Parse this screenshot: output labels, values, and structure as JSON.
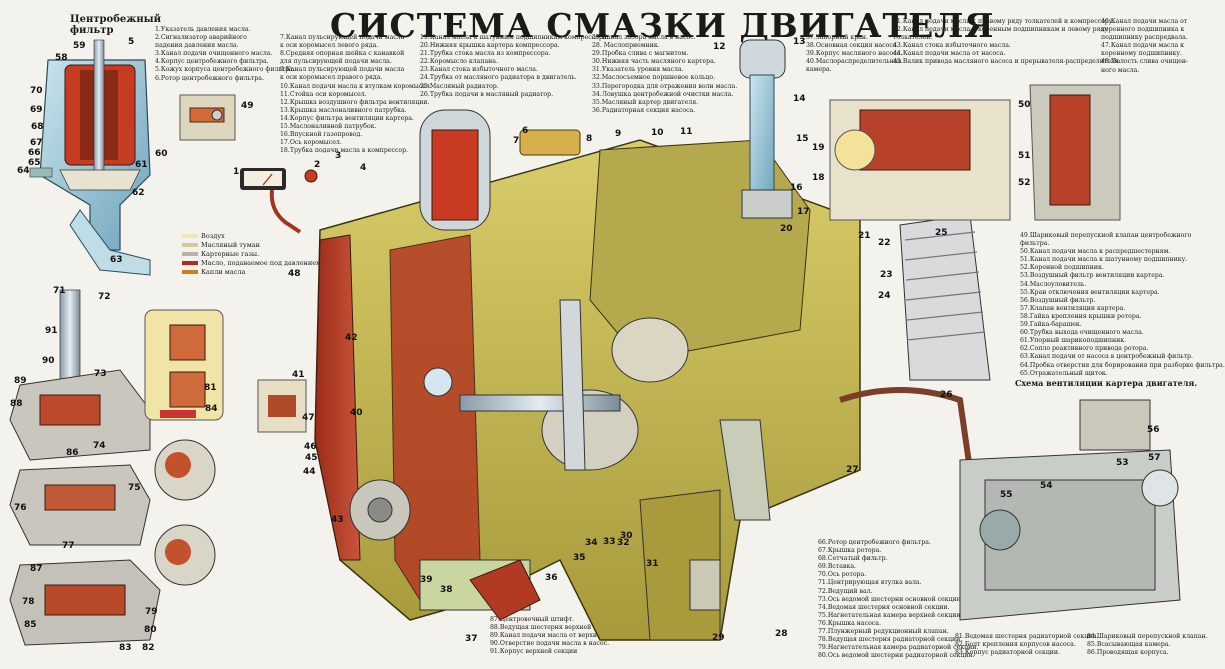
{
  "title": "СИСТЕМА СМАЗКИ ДВИГАТЕЛЯ",
  "captions": {
    "centrifugal_filter": "Центробежный\nфильтр",
    "crankcase_ventilation": "Схема вентиляции картера двигателя."
  },
  "flow_legend": [
    {
      "label": "Воздух",
      "color": "#f2e7b0"
    },
    {
      "label": "Масляный туман",
      "color": "#d8c79a"
    },
    {
      "label": "Картерные газы.",
      "color": "#b9b2a8"
    },
    {
      "label": "Масло, подаваемое под давлением",
      "color": "#b8281c"
    },
    {
      "label": "Капли масла",
      "color": "#d77b1f"
    }
  ],
  "legend_columns": [
    {
      "id": "col1",
      "items": [
        "1.Указатель давления масла.",
        "2.Сигнализатор аварийного",
        "падения давления масла.",
        "3.Канал подачи очищенного масла.",
        "4.Корпус центробежного фильтра.",
        "5.Кожух корпуса центробежного фильтра.",
        "6.Ротор центробежного фильтра."
      ]
    },
    {
      "id": "col2",
      "items": [
        "7.Канал пульсирующей подачи масла",
        "к оси коромысел левого ряда.",
        "8.Средняя опорная шейка с канавкой",
        "для пульсирующей подачи масла.",
        "9.Канал пульсирующей подачи масла",
        "к оси коромысел правого ряда.",
        "10.Канал подачи масла к втулкам коромысел.",
        "11.Стойка оси коромысел.",
        "12.Крышка воздушного фильтра вентиляции.",
        "13.Крышка маслоналивного патрубка.",
        "14.Корпус фильтра вентиляции картера.",
        "15.Маслоналивной патрубок.",
        "16.Впускной газопровод.",
        "17.Ось коромысел.",
        "18.Трубка подачи масла в компрессор."
      ]
    },
    {
      "id": "col3",
      "items": [
        "19.Канал масла к шатунным подшипникам компрессора.",
        "20.Нижняя крышка картера компрессора.",
        "21.Трубка стока масла из компрессора.",
        "22.Коромысло клапана.",
        "23.Канал стока избыточного масла.",
        "24.Трубка от масляного радиатора в двигатель.",
        "25.Масляный радиатор.",
        "26.Трубка подачи в масляный радиатор."
      ]
    },
    {
      "id": "col4",
      "items": [
        "27.Канал забора масла в насос.",
        "28. Маслоприемник.",
        "29.Пробка слива с магнитом.",
        "30.Нижняя часть масляного картера.",
        "31.Указатель уровня масла.",
        "32.Маслосъемное поршневое кольцо.",
        "33.Перегородка для отражения волн масла.",
        "34.Ловушка центробежной очистки масла.",
        "35.Масляный картер двигателя.",
        "36.Радиаторная секция насоса."
      ]
    },
    {
      "id": "col5",
      "items": [
        "37.Запорный кран.",
        "38.Основная секция насоса.",
        "39.Корпус масляного насоса.",
        "40.Маслораспределительная",
        "камера."
      ]
    },
    {
      "id": "col6",
      "items": [
        "41.Канал подачи масла к правому ряду толкателей и компрессору.",
        "42.Канал подачи масла к коренным подшипникам и левому ряду",
        "толкателей.",
        "43.Канал стока избыточного масла.",
        "44.Канал подачи масла от насоса.",
        "45.Валик привода масляного насоса и прерывателя-распределителя."
      ]
    },
    {
      "id": "col7",
      "items": [
        "46.Канал подачи масла от",
        "коренного подшипника к",
        "подшипнику распредвала.",
        "47.Канал подачи масла к",
        "коренному подшипнику.",
        "48.Полость слива очищен-",
        "ного масла."
      ]
    },
    {
      "id": "col8",
      "items": [
        "49.Шариковый перепускной клапан центробежного",
        "фильтра.",
        "50.Канал подачи масла к распредшестерням.",
        "51.Канал подачи масла к шатунному подшипнику.",
        "52.Коренной подшипник.",
        "53.Воздушный фильтр вентиляции картера.",
        "54.Маслоуловитель.",
        "55.Кран отключения вентиляции картера.",
        "56.Воздушный фильтр.",
        "57.Клапан вентиляции картера.",
        "58.Гайка крепления крышки ротора.",
        "59.Гайка-барашек.",
        "60.Трубка выхода очищенного масла.",
        "61.Упорный шарикоподшипник.",
        "62.Сопло реактивного привода ротора.",
        "63.Канал подачи от насоса в центробежный фильтр.",
        "64.Пробка отверстия для борирования при разборке фильтра.",
        "65.Отражательный щиток."
      ]
    },
    {
      "id": "col9",
      "items": [
        "66.Ротор центробежного фильтра.",
        "67.Крышка ротора.",
        "68.Сетчатый фильтр.",
        "69.Вставка.",
        "70.Ось ротора.",
        "71.Центрирующая втулка вала.",
        "72.Ведущий вал.",
        "73.Ось ведомой шестерни основной секции.",
        "74.Ведомая шестерня основной секции.",
        "75.Нагнетательная камера верхней секции.",
        "76.Крышка насоса.",
        "77.Плунжерный редукционный клапан.",
        "78.Ведущая шестерня радиаторной секции.",
        "79.Нагнетательная камера радиаторной секции.",
        "80.Ось ведомой шестерни радиаторной секции."
      ]
    },
    {
      "id": "col10",
      "items": [
        "87.Центровочный штифт.",
        "88.Ведущая шестерня верхней секции.",
        "89.Канал подачи масла от верхней секции.",
        "90.Отверстие подачи масла в насос.",
        "91.Корпус верхней секции"
      ]
    },
    {
      "id": "col11",
      "items": [
        "81.Ведомая шестерня радиаторной секции.",
        "82.Болт крепления корпусов насоса.",
        "83.Корпус радиаторной секции."
      ]
    },
    {
      "id": "col12",
      "items": [
        "84.Шариковый перепускной клапан.",
        "85.Всасывающая камера.",
        "86.Проводящая корпуса."
      ]
    }
  ],
  "callouts": [
    "1",
    "2",
    "3",
    "4",
    "5",
    "6",
    "7",
    "8",
    "9",
    "10",
    "11",
    "12",
    "13",
    "14",
    "15",
    "16",
    "17",
    "18",
    "19",
    "20",
    "21",
    "22",
    "23",
    "24",
    "25",
    "26",
    "27",
    "28",
    "29",
    "30",
    "31",
    "32",
    "33",
    "34",
    "35",
    "36",
    "37",
    "38",
    "39",
    "40",
    "41",
    "42",
    "43",
    "44",
    "45",
    "46",
    "47",
    "48",
    "49",
    "50",
    "51",
    "52",
    "53",
    "54",
    "55",
    "56",
    "57",
    "58",
    "59",
    "60",
    "61",
    "62",
    "63",
    "64",
    "65",
    "66",
    "67",
    "68",
    "69",
    "70",
    "71",
    "72",
    "73",
    "74",
    "75",
    "76",
    "77",
    "78",
    "79",
    "80",
    "81",
    "82",
    "83",
    "84",
    "85",
    "86",
    "87",
    "88",
    "89",
    "90",
    "91"
  ]
}
